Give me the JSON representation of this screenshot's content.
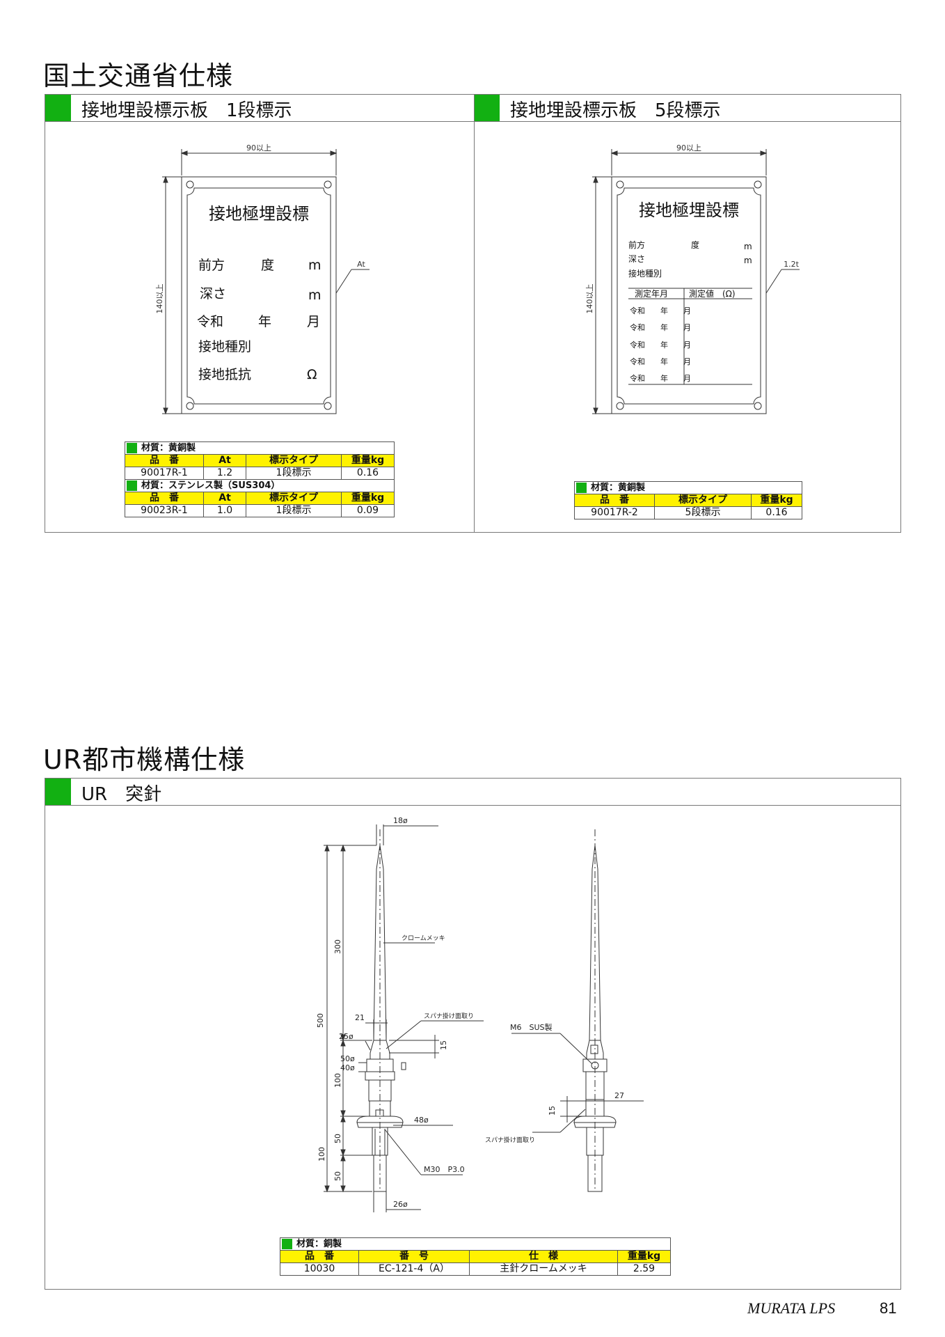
{
  "section1": {
    "heading": "国土交通省仕様",
    "left_panel": {
      "title": "接地埋設標示板　1段標示",
      "plate": {
        "title": "接地極埋設標",
        "rows": [
          {
            "a": "前方",
            "b": "度",
            "c": "m"
          },
          {
            "a": "深さ",
            "b": "",
            "c": "m"
          },
          {
            "a": "令和",
            "b": "年",
            "c": "月"
          },
          {
            "a": "接地種別",
            "b": "",
            "c": ""
          },
          {
            "a": "接地抵抗",
            "b": "",
            "c": "Ω"
          }
        ],
        "dim_width": "90以上",
        "dim_height": "140以上",
        "thickness": "At"
      },
      "table": {
        "material1": "材質：黄銅製",
        "headers1": [
          "品　番",
          "At",
          "標示タイプ",
          "重量kg"
        ],
        "row1": [
          "90017R-1",
          "1.2",
          "1段標示",
          "0.16"
        ],
        "material2": "材質：ステンレス製（SUS304）",
        "headers2": [
          "品　番",
          "At",
          "標示タイプ",
          "重量kg"
        ],
        "row2": [
          "90023R-1",
          "1.0",
          "1段標示",
          "0.09"
        ]
      }
    },
    "right_panel": {
      "title": "接地埋設標示板　5段標示",
      "plate": {
        "title": "接地極埋設標",
        "rows": [
          {
            "a": "前方",
            "b": "度",
            "c": "m"
          },
          {
            "a": "深さ",
            "b": "",
            "c": "m"
          },
          {
            "a": "接地種別",
            "b": "",
            "c": ""
          }
        ],
        "col1_header": "測定年月",
        "col2_header": "測定値　(Ω)",
        "date_rows": [
          "令和　　年　　月",
          "令和　　年　　月",
          "令和　　年　　月",
          "令和　　年　　月",
          "令和　　年　　月"
        ],
        "dim_width": "90以上",
        "dim_height": "140以上",
        "thickness": "1.2t"
      },
      "table": {
        "material": "材質：黄銅製",
        "headers": [
          "品　番",
          "標示タイプ",
          "重量kg"
        ],
        "row": [
          "90017R-2",
          "5段標示",
          "0.16"
        ]
      }
    }
  },
  "section2": {
    "heading": "UR都市機構仕様",
    "panel_title": "UR　突針",
    "drawing": {
      "d_top": "18ø",
      "chrome": "クロームメッキ",
      "d21": "21",
      "spanner1": "スパナ掛け面取り",
      "d15a": "15",
      "d25": "25ø",
      "d50": "50ø",
      "d40": "40ø",
      "d48": "48ø",
      "m30": "M30　P3.0",
      "d26": "26ø",
      "v500": "500",
      "v300": "300",
      "v100a": "100",
      "v100b": "100",
      "v50a": "50",
      "v50b": "50",
      "m6": "M6　SUS製",
      "d27": "27",
      "d15b": "15",
      "spanner2": "スパナ掛け面取り"
    },
    "table": {
      "material": "材質：銅製",
      "headers": [
        "品　番",
        "番　号",
        "仕　様",
        "重量kg"
      ],
      "row": [
        "10030",
        "EC-121-4（A）",
        "主針クロームメッキ",
        "2.59"
      ]
    }
  },
  "footer": {
    "brand": "MURATA LPS",
    "page": "81"
  }
}
